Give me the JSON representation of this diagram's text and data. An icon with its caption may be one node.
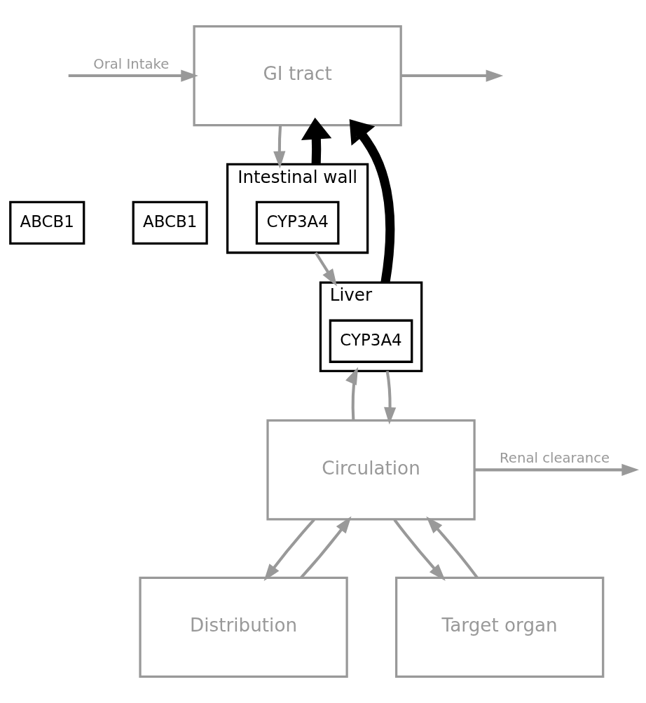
{
  "diagram": {
    "nodes": [
      {
        "text": [
          "GI tract"
        ]
      },
      {
        "text": [
          "ABCB1"
        ]
      },
      {
        "text": [
          "ABCB1"
        ]
      },
      {
        "text": [
          "Intestinal wall"
        ]
      },
      {
        "text": [
          "CYP3A4"
        ],
        "in": 3
      },
      {
        "text": [
          "Liver"
        ]
      },
      {
        "text": [
          "CYP3A4"
        ],
        "in": 5
      },
      {
        "text": [
          "Distribution"
        ]
      },
      {
        "text": [
          "Circulation"
        ]
      },
      {
        "text": [
          "Target organ"
        ]
      }
    ],
    "edges": [
      {
        "from": null,
        "to": 0,
        "arrow": "to",
        "label": "Oral Intake"
      },
      {
        "from": 0,
        "to": null,
        "arrow": "to"
      },
      {
        "from": 0,
        "to": 3,
        "arrow": "to"
      },
      {
        "from": 3,
        "to": 0,
        "arrow": "to",
        "style": "thick",
        "color": "#000000"
      },
      {
        "from": 3,
        "to": 5,
        "arrow": "to"
      },
      {
        "from": 5,
        "to": 0,
        "arrow": "to",
        "style": "thick",
        "color": "#000000"
      },
      {
        "from": 8,
        "to": 5,
        "arrow": "to"
      },
      {
        "from": 5,
        "to": 8,
        "arrow": "to"
      },
      {
        "from": 7,
        "to": 8,
        "arrow": "to"
      },
      {
        "from": 8,
        "to": 7,
        "arrow": "to"
      },
      {
        "from": 8,
        "to": null,
        "arrow": "to",
        "label": "Renal clearance"
      },
      {
        "from": 8,
        "to": 9,
        "arrow": "to"
      },
      {
        "from": 9,
        "to": 8,
        "arrow": "to"
      }
    ]
  }
}
